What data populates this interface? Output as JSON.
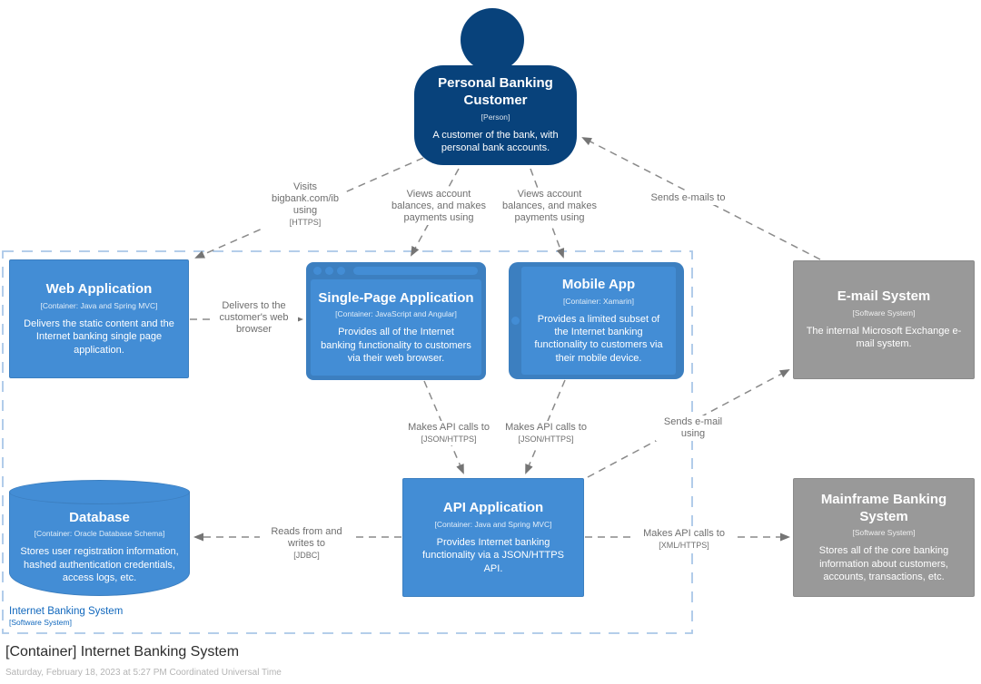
{
  "diagram": {
    "title": "[Container] Internet Banking System",
    "subtitle": "Saturday, February 18, 2023 at 5:27 PM Coordinated Universal Time"
  },
  "boundary": {
    "name": "Internet Banking System",
    "type": "[Software System]"
  },
  "nodes": {
    "customer": {
      "name": "Personal Banking Customer",
      "type": "[Person]",
      "description": "A customer of the bank, with personal bank accounts."
    },
    "web_app": {
      "name": "Web Application",
      "type": "[Container: Java and Spring MVC]",
      "description": "Delivers the static content and the Internet banking single page application."
    },
    "spa": {
      "name": "Single-Page Application",
      "type": "[Container: JavaScript and Angular]",
      "description": "Provides all of the Internet banking functionality to customers via their web browser."
    },
    "mobile_app": {
      "name": "Mobile App",
      "type": "[Container: Xamarin]",
      "description": "Provides a limited subset of the Internet banking functionality to customers via their mobile device."
    },
    "email_system": {
      "name": "E-mail System",
      "type": "[Software System]",
      "description": "The internal Microsoft Exchange e-mail system."
    },
    "database": {
      "name": "Database",
      "type": "[Container: Oracle Database Schema]",
      "description": "Stores user registration information, hashed authentication credentials, access logs, etc."
    },
    "api_app": {
      "name": "API Application",
      "type": "[Container: Java and Spring MVC]",
      "description": "Provides Internet banking functionality via a JSON/HTTPS API."
    },
    "mainframe": {
      "name": "Mainframe Banking System",
      "type": "[Software System]",
      "description": "Stores all of the core banking information about customers, accounts, transactions, etc."
    }
  },
  "edges": {
    "visits": {
      "label": "Visits bigbank.com/ib using",
      "tech": "[HTTPS]"
    },
    "views_spa": {
      "label": "Views account balances, and makes payments using"
    },
    "views_mobile": {
      "label": "Views account balances, and makes payments using"
    },
    "sends_emails_to": {
      "label": "Sends e-mails to"
    },
    "delivers": {
      "label": "Delivers to the customer's web browser"
    },
    "api_calls_spa": {
      "label": "Makes API calls to",
      "tech": "[JSON/HTTPS]"
    },
    "api_calls_mobile": {
      "label": "Makes API calls to",
      "tech": "[JSON/HTTPS]"
    },
    "sends_email_using": {
      "label": "Sends e-mail using"
    },
    "reads_writes": {
      "label": "Reads from and writes to",
      "tech": "[JDBC]"
    },
    "api_calls_mainframe": {
      "label": "Makes API calls to",
      "tech": "[XML/HTTPS]"
    }
  },
  "colors": {
    "person_fill": "#08427B",
    "container_fill": "#438DD5",
    "container_frame": "#3C7FC0",
    "external_fill": "#999999",
    "boundary_text": "#1168BD",
    "boundary_dash": "#A9C7E8",
    "edge": "#757575"
  }
}
